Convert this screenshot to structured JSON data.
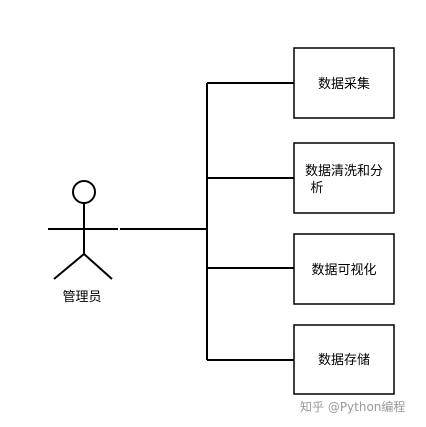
{
  "actor": {
    "label": "管理员"
  },
  "boxes": [
    {
      "label_line1": "数据采集",
      "label_line2": ""
    },
    {
      "label_line1": "数据清洗和分",
      "label_line2": "析"
    },
    {
      "label_line1": "数据可视化",
      "label_line2": ""
    },
    {
      "label_line1": "数据存储",
      "label_line2": ""
    }
  ],
  "watermark": {
    "text": "知乎 @Python编程"
  }
}
